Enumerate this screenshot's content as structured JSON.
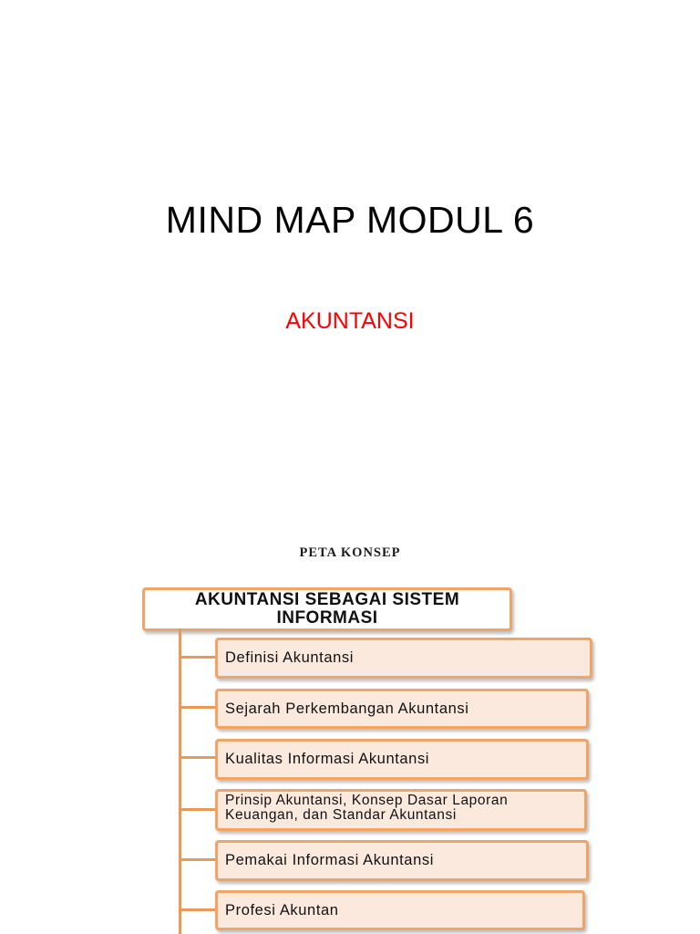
{
  "slide": {
    "title": "MIND MAP MODUL 6",
    "subtitle": "AKUNTANSI",
    "subtitle_color": "#ff0000"
  },
  "concept_map": {
    "heading": "PETA KONSEP",
    "root": "AKUNTANSI SEBAGAI SISTEM INFORMASI",
    "branches": [
      "Definisi Akuntansi",
      "Sejarah Perkembangan Akuntansi",
      "Kualitas Informasi Akuntansi",
      "Prinsip Akuntansi, Konsep Dasar Laporan Keuangan, dan Standar Akuntansi",
      "Pemakai Informasi Akuntansi",
      "Profesi Akuntan"
    ],
    "colors": {
      "box_border": "#f0a466",
      "branch_fill": "#fce9de",
      "connector": "#e89a5a"
    }
  }
}
